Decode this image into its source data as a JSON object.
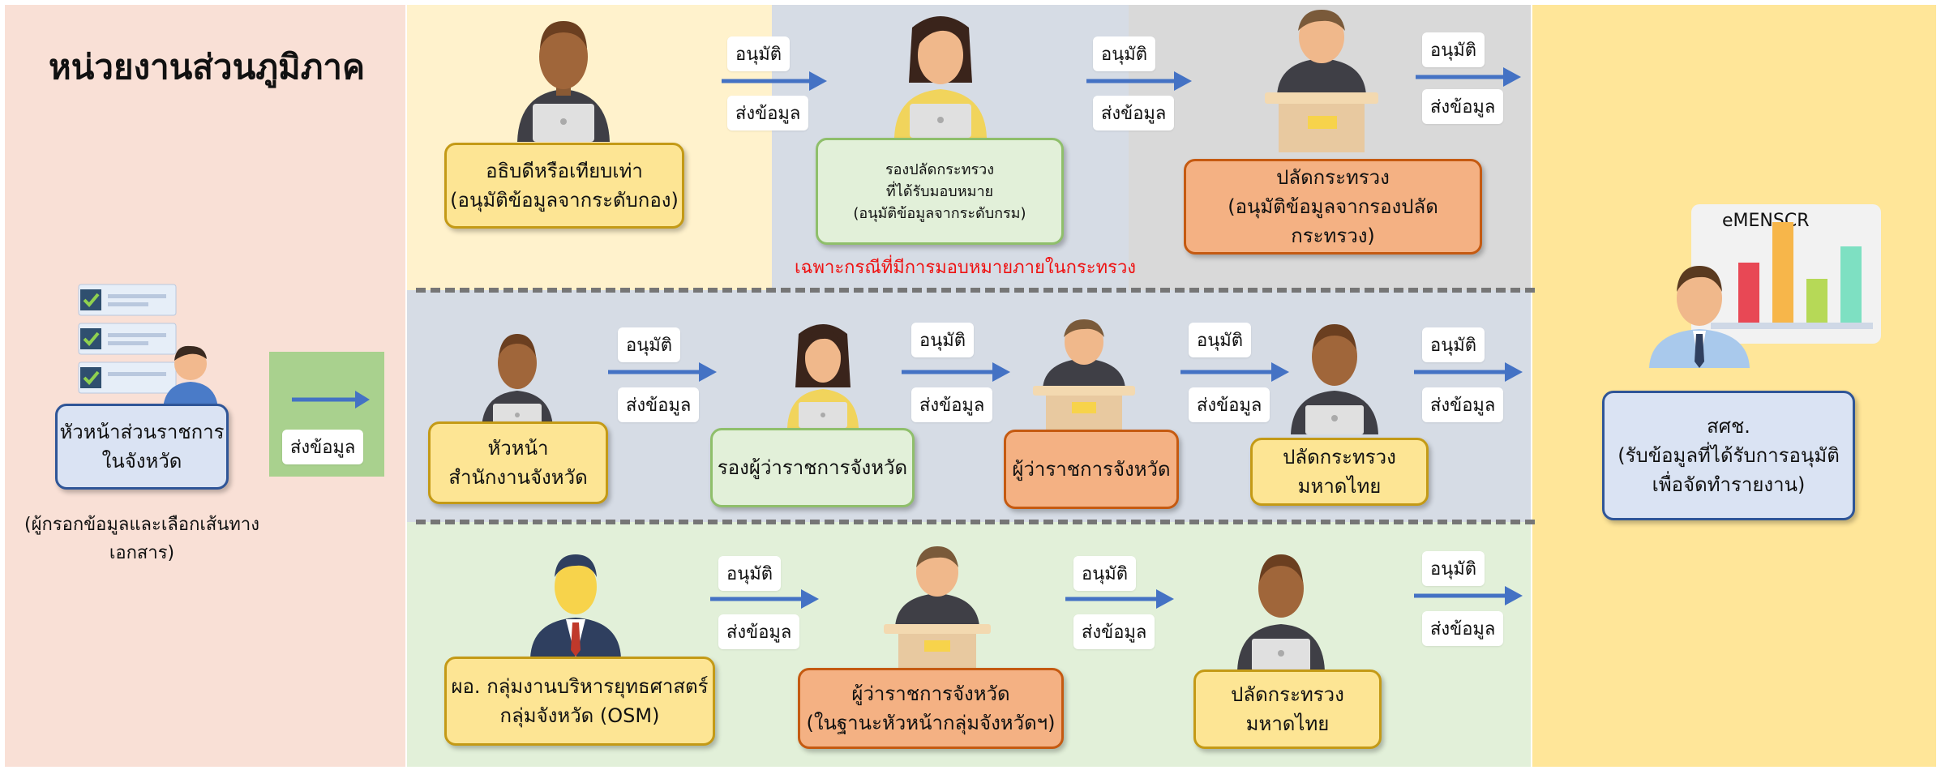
{
  "colors": {
    "left_panel": "#f9e0d6",
    "row1_a": "#fff2cc",
    "row1_b": "#d6dce5",
    "row1_c": "#d9d9d9",
    "row2": "#d6dce5",
    "row3": "#e2f0d9",
    "right_panel": "#ffe699",
    "arrow": "#4472c4",
    "note": "#ee1111"
  },
  "left": {
    "title": "หน่วยงานส่วนภูมิภาค",
    "head_box": [
      "หัวหน้าส่วนราชการ",
      "ในจังหวัด"
    ],
    "caption": [
      "(ผู้กรอกข้อมูลและเลือกเส้นทาง",
      "เอกสาร)"
    ],
    "send_label": "ส่งข้อมูล"
  },
  "labels": {
    "approve": "อนุมัติ",
    "send": "ส่งข้อมูล"
  },
  "row1": {
    "box1": [
      "อธิบดีหรือเทียบเท่า",
      "(อนุมัติข้อมูลจากระดับกอง)"
    ],
    "box2": [
      "รองปลัดกระทรวง",
      "ที่ได้รับมอบหมาย",
      "(อนุมัติข้อมูลจากระดับกรม)"
    ],
    "box3": [
      "ปลัดกระทรวง",
      "(อนุมัติข้อมูลจากรองปลัดกระทรวง)"
    ],
    "note": "เฉพาะกรณีที่มีการมอบหมายภายในกระทรวง"
  },
  "row2": {
    "box1": [
      "หัวหน้า",
      "สำนักงานจังหวัด"
    ],
    "box2": [
      "รองผู้ว่าราชการจังหวัด"
    ],
    "box3": [
      "ผู้ว่าราชการจังหวัด"
    ],
    "box4": [
      "ปลัดกระทรวง",
      "มหาดไทย"
    ]
  },
  "row3": {
    "box1": [
      "ผอ. กลุ่มงานบริหารยุทธศาสตร์",
      "กลุ่มจังหวัด (OSM)"
    ],
    "box2": [
      "ผู้ว่าราชการจังหวัด",
      "(ในฐานะหัวหน้ากลุ่มจังหวัดฯ)"
    ],
    "box3": [
      "ปลัดกระทรวง",
      "มหาดไทย"
    ]
  },
  "right": {
    "board_title": "eMENSCR",
    "box": [
      "สศช.",
      "(รับข้อมูลที่ได้รับการอนุมัติ",
      "เพื่อจัดทำรายงาน)"
    ]
  },
  "icons": [
    "checklist-icon",
    "officer-icon",
    "laptop-user-icon",
    "podium-speaker-icon",
    "businessman-icon",
    "chart-board-icon",
    "arrow-right-icon"
  ]
}
